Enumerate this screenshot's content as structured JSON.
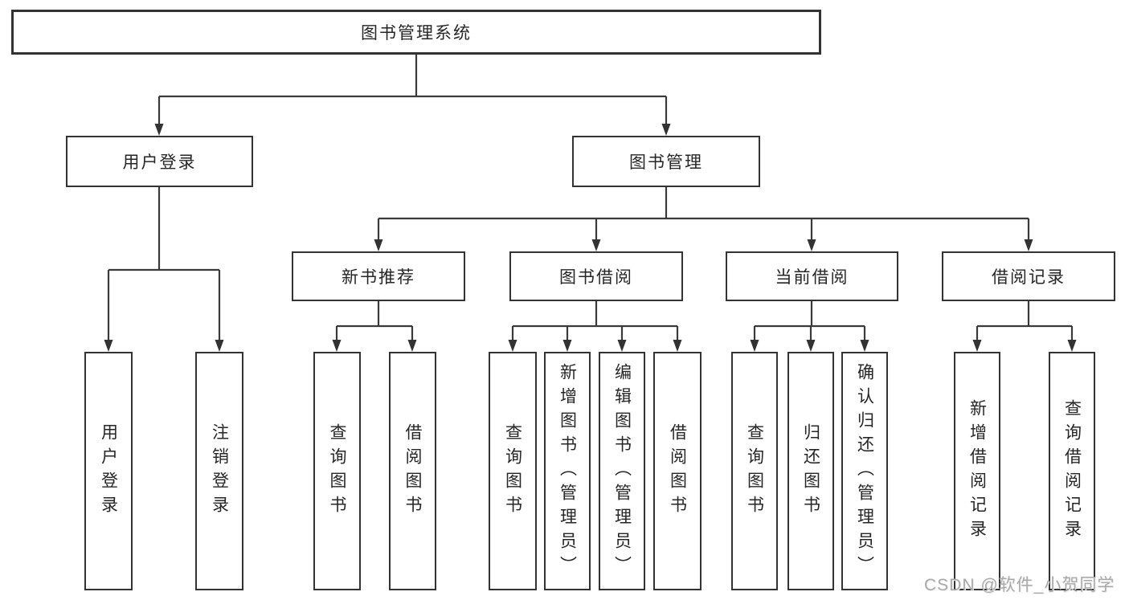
{
  "diagram": {
    "root": "图书管理系统",
    "branches": [
      {
        "label": "用户登录",
        "leaves": [
          "用户登录",
          "注销登录"
        ]
      },
      {
        "label": "图书管理",
        "groups": [
          {
            "label": "新书推荐",
            "leaves": [
              "查询图书",
              "借阅图书"
            ]
          },
          {
            "label": "图书借阅",
            "leaves": [
              "查询图书",
              "新增图书（管理员）",
              "编辑图书（管理员）",
              "借阅图书"
            ]
          },
          {
            "label": "当前借阅",
            "leaves": [
              "查询图书",
              "归还图书",
              "确认归还（管理员）"
            ]
          },
          {
            "label": "借阅记录",
            "leaves": [
              "新增借阅记录",
              "查询借阅记录"
            ]
          }
        ]
      }
    ]
  },
  "watermark": "CSDN @软件_小贺同学",
  "colors": {
    "line": "#3a3a3a",
    "arrow": "#333333",
    "border": "#333333",
    "text": "#262626",
    "background": "#ffffff"
  }
}
